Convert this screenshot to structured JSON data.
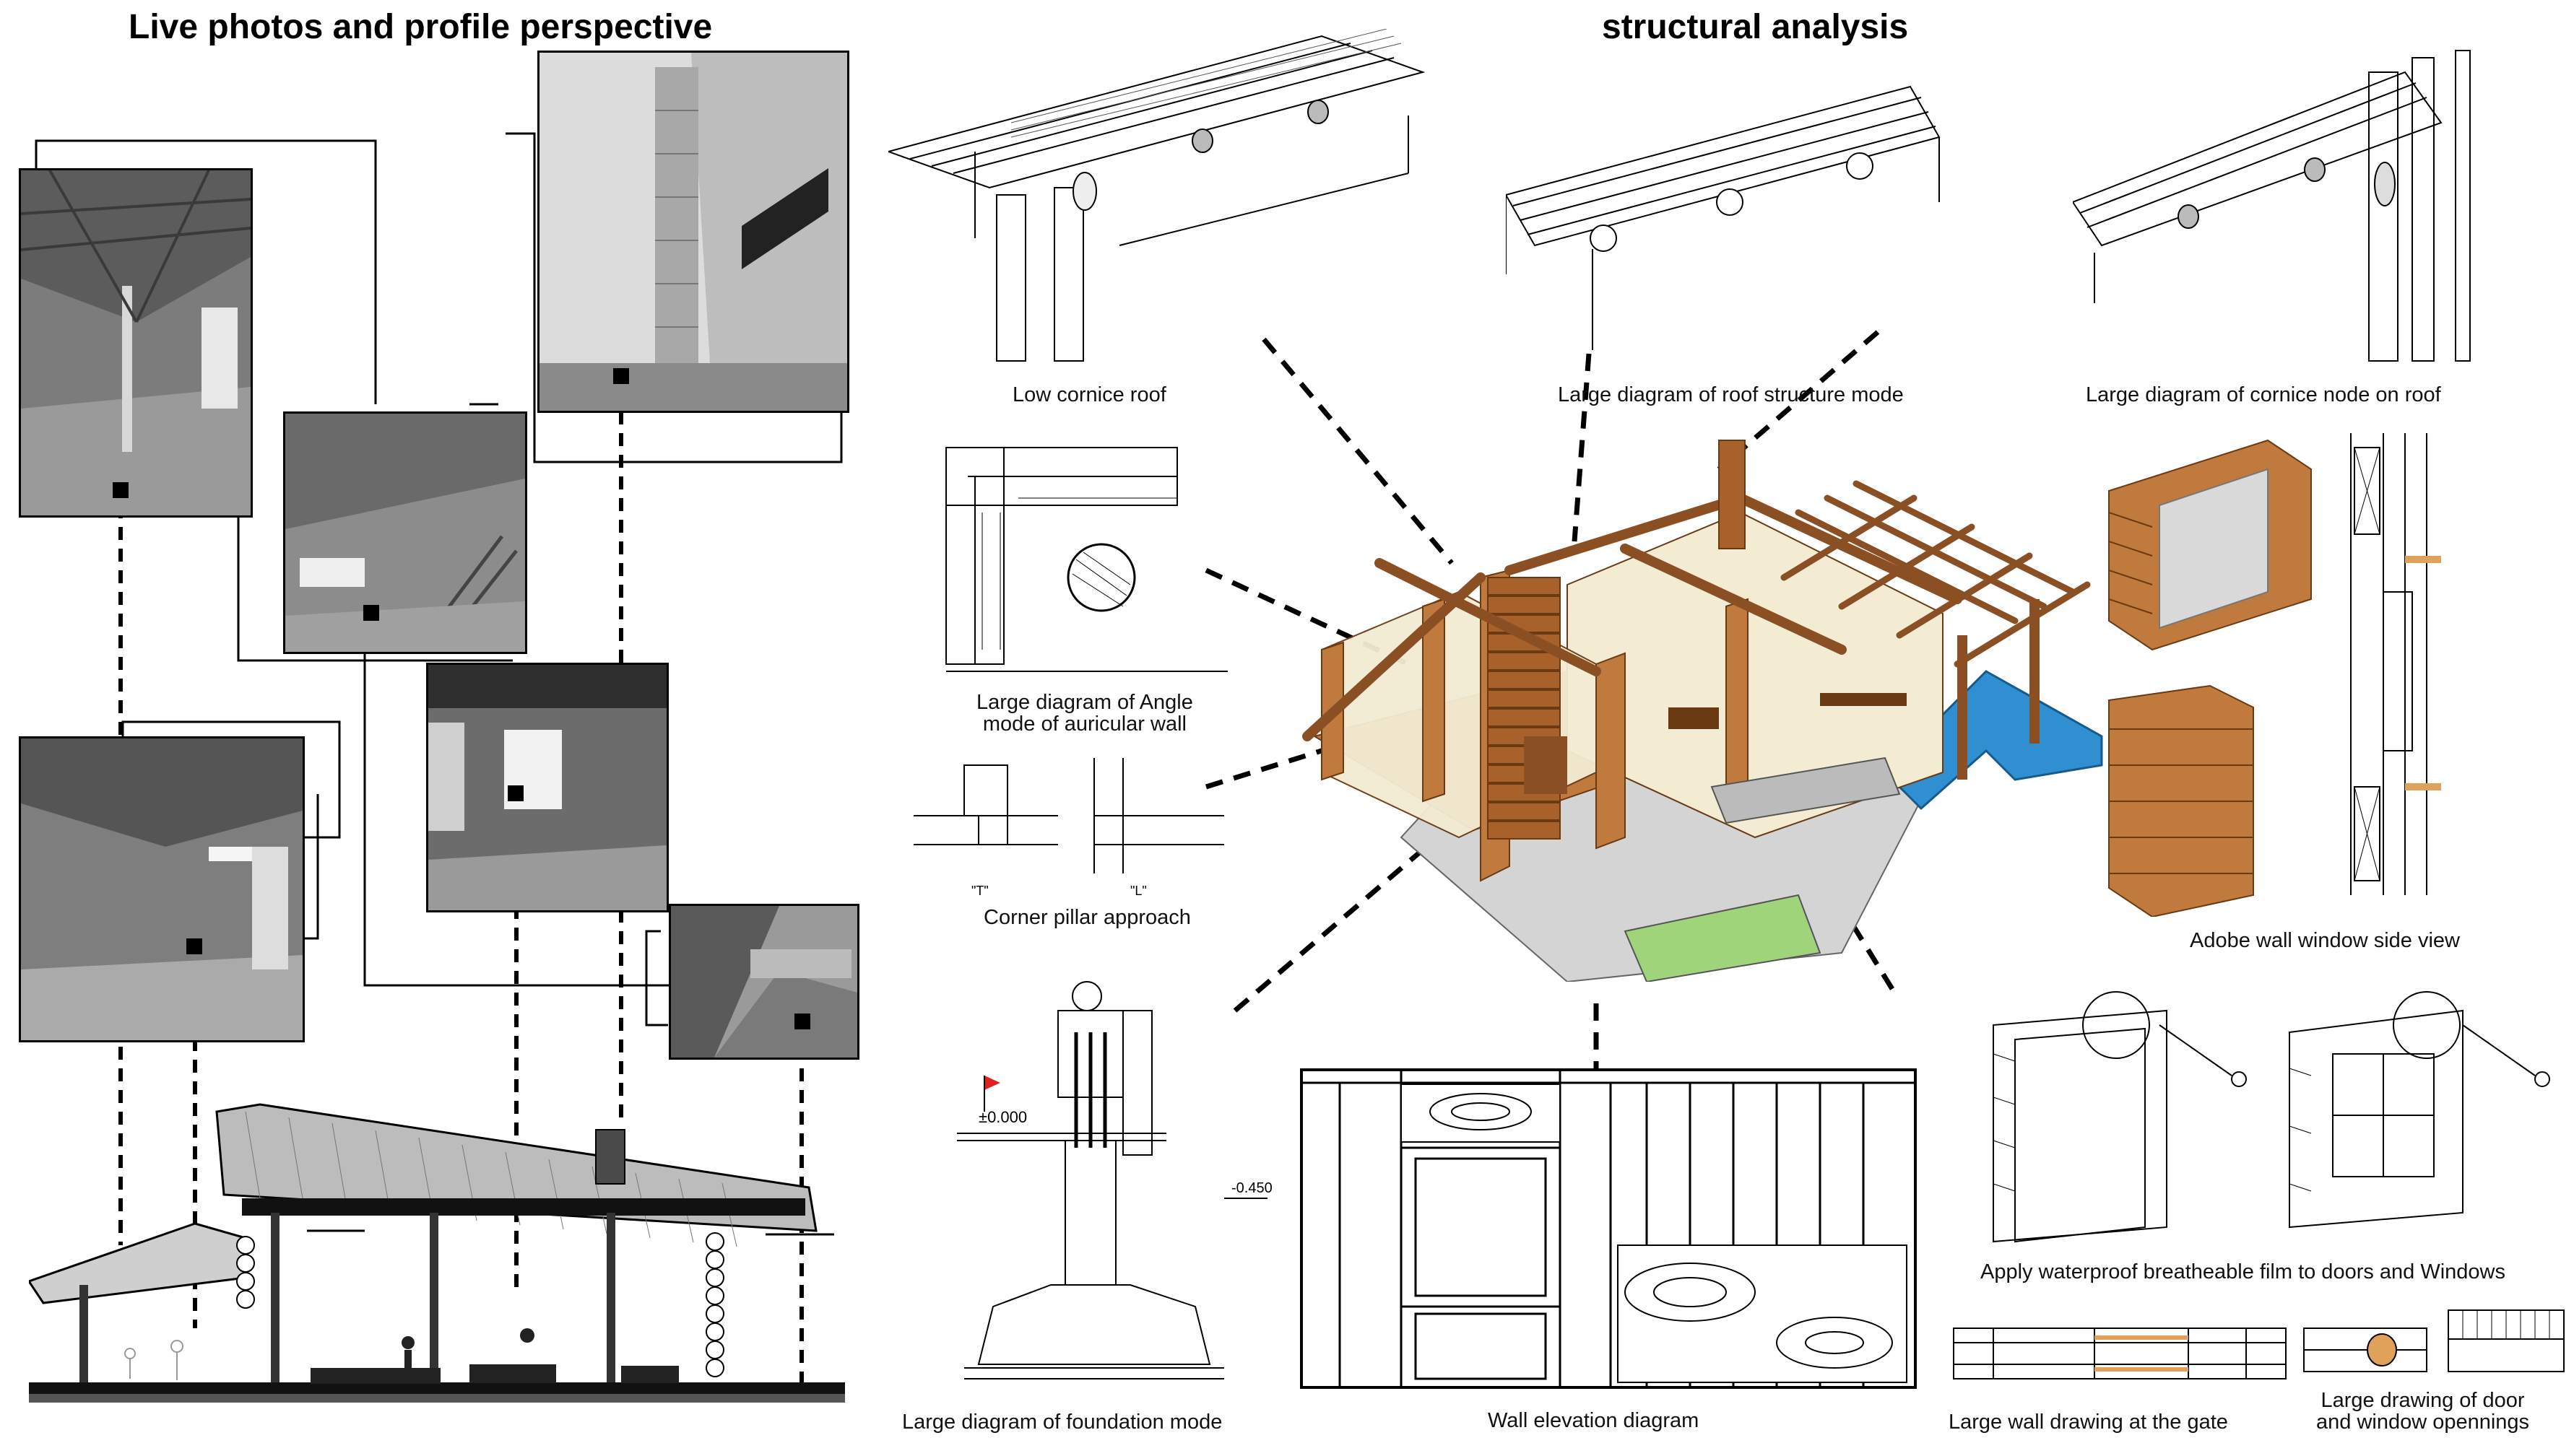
{
  "headings": {
    "left": "Live photos and profile perspective",
    "right": "structural analysis"
  },
  "captions": {
    "low_cornice_roof": "Low cornice roof",
    "roof_structure_mode": "Large diagram of roof structure mode",
    "cornice_node": "Large diagram of cornice node on roof",
    "angle_mode_line1": "Large diagram of Angle",
    "angle_mode_line2": "mode of auricular wall",
    "corner_pillar": "Corner pillar approach",
    "adobe_wall_window": "Adobe wall window side view",
    "foundation_mode": "Large diagram of foundation mode",
    "wall_elevation": "Wall elevation diagram",
    "waterproof_film": "Apply waterproof breatheable film to doors and Windows",
    "wall_at_gate": "Large wall drawing at the gate",
    "door_window_line1": "Large drawing of door",
    "door_window_line2": "and window opennings"
  },
  "annotations": {
    "level_zero": "±0.000",
    "level_minus": "-0.450",
    "joint_t": "\"T\"",
    "joint_l": "\"L\""
  },
  "colors": {
    "timber": "#c07a3e",
    "timber_dark": "#8a4f22",
    "pool": "#2f8fd0",
    "green_roof": "#9fd47a",
    "concrete": "#d4d4d4",
    "line": "#000000"
  }
}
